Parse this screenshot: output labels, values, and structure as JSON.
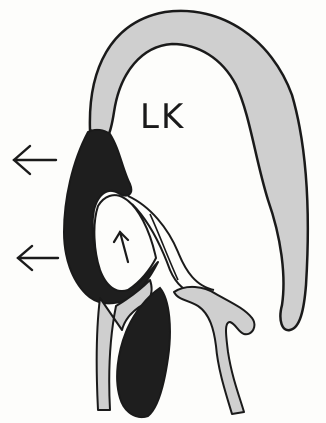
{
  "figure": {
    "chamber_label": "LK",
    "arrows": [
      {
        "name": "left-arrow-upper",
        "direction": "left"
      },
      {
        "name": "left-arrow-lower",
        "direction": "left"
      },
      {
        "name": "inner-arrow-up",
        "direction": "up"
      }
    ],
    "colors": {
      "outline": "#1a1a1a",
      "wall_fill": "#cfcfcf",
      "dark_fill": "#1e1e1e",
      "paper": "#fdfdfb"
    }
  }
}
